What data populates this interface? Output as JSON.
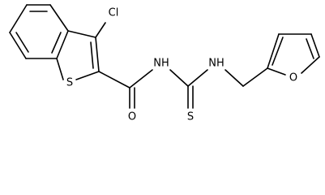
{
  "molecule": {
    "atoms": {
      "chlorine": "Cl",
      "sulfur_ring": "S",
      "nh_amide": "NH",
      "nh_amine": "NH",
      "oxygen_carbonyl": "O",
      "sulfur_thione": "S",
      "oxygen_furan": "O"
    }
  },
  "colors": {
    "bond": "#000000",
    "label": "#000000",
    "background": "#ffffff"
  }
}
